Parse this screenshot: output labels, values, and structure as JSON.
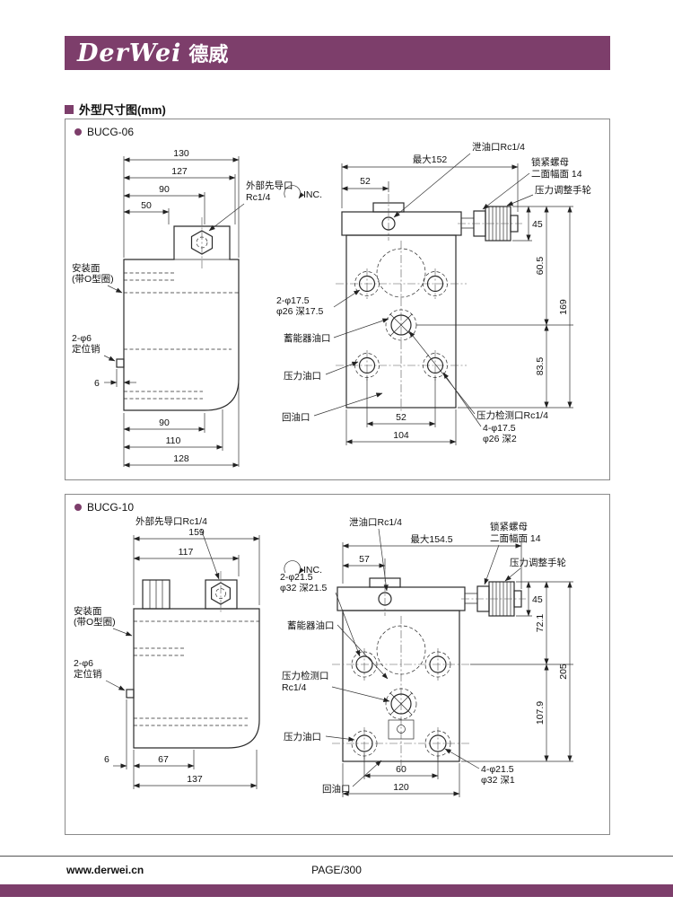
{
  "page": {
    "accent_color": "#7d3e6b",
    "logo_latin": "DerWei",
    "logo_cjk": "德威",
    "section_title": "外型尺寸图(mm)",
    "footer_url": "www.derwei.cn",
    "footer_page": "PAGE/300"
  },
  "bucg06": {
    "title": "BUCG-06",
    "side": {
      "dim_130": "130",
      "dim_127": "127",
      "dim_90_top": "90",
      "dim_50": "50",
      "pilot_line1": "外部先导口",
      "pilot_line2": "Rc1/4",
      "mount_line1": "安装面",
      "mount_line2": "(带O型圈)",
      "pin_line1": "2-φ6",
      "pin_line2": "定位销",
      "dim_6": "6",
      "dim_90_bottom": "90",
      "dim_110": "110",
      "dim_128": "128"
    },
    "front": {
      "drain_label": "泄油口Rc1/4",
      "locknut_line1": "锁紧螺母",
      "locknut_line2": "二面幅面 14",
      "handwheel_label": "压力调整手轮",
      "dim_max": "最大152",
      "dim_52_top": "52",
      "inc_label": "INC.",
      "dim_45": "45",
      "dim_60_5": "60.5",
      "dim_169": "169",
      "dim_83_5": "83.5",
      "holes2_line1": "2-φ17.5",
      "holes2_line2": "φ26 深17.5",
      "accumulator_label": "蓄能器油口",
      "pressure_label": "压力油口",
      "detect_label": "压力检测口Rc1/4",
      "return_label": "回油口",
      "dim_52_bottom": "52",
      "dim_104": "104",
      "holes4_line1": "4-φ17.5",
      "holes4_line2": "φ26  深2"
    }
  },
  "bucg10": {
    "title": "BUCG-10",
    "side": {
      "pilot_label": "外部先导口Rc1/4",
      "dim_159": "159",
      "dim_117": "117",
      "mount_line1": "安装面",
      "mount_line2": "(带O型圈)",
      "pin_line1": "2-φ6",
      "pin_line2": "定位销",
      "dim_6": "6",
      "dim_67": "67",
      "dim_137": "137"
    },
    "front": {
      "drain_label": "泄油口Rc1/4",
      "dim_max": "最大154.5",
      "dim_57": "57",
      "inc_label": "INC.",
      "locknut_line1": "锁紧螺母",
      "locknut_line2": "二面幅面 14",
      "handwheel_label": "压力调整手轮",
      "holes2_line1": "2-φ21.5",
      "holes2_line2": "φ32 深21.5",
      "accumulator_label": "蓄能器油口",
      "detect_line1": "压力检测口",
      "detect_line2": "Rc1/4",
      "pressure_label": "压力油口",
      "return_label": "回油口",
      "dim_45": "45",
      "dim_72_1": "72.1",
      "dim_205": "205",
      "dim_107_9": "107.9",
      "dim_60": "60",
      "dim_120": "120",
      "holes4_line1": "4-φ21.5",
      "holes4_line2": "φ32  深1"
    }
  }
}
